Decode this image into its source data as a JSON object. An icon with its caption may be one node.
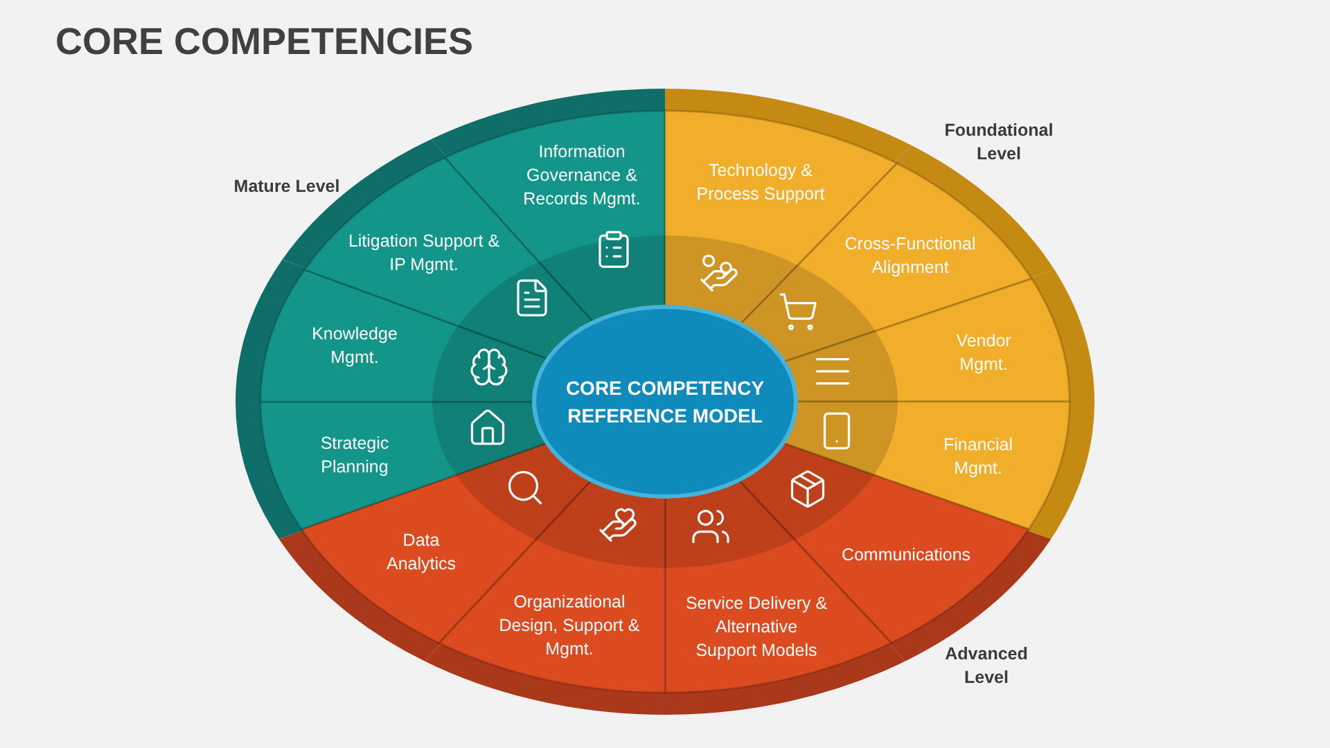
{
  "diagram": {
    "title": "CORE COMPETENCIES",
    "nodes": [
      {
        "text": [
          "CORE COMPETENCY REFERENCE MODEL"
        ]
      },
      {
        "text": [
          "Information Governance & Records Mgmt."
        ]
      },
      {
        "text": [
          "Technology & Process Support"
        ]
      },
      {
        "text": [
          "Cross-Functional Alignment"
        ]
      },
      {
        "text": [
          "Vendor Mgmt."
        ]
      },
      {
        "text": [
          "Financial Mgmt."
        ]
      },
      {
        "text": [
          "Communications"
        ]
      },
      {
        "text": [
          "Service Delivery & Alternative Support Models"
        ]
      },
      {
        "text": [
          "Organizational Design, Support & Mgmt."
        ]
      },
      {
        "text": [
          "Data Analytics"
        ]
      },
      {
        "text": [
          "Strategic Planning"
        ]
      },
      {
        "text": [
          "Knowledge Mgmt."
        ]
      },
      {
        "text": [
          "Litigation Support & IP Mgmt."
        ]
      }
    ],
    "labels": [
      "Foundational Level",
      "Mature Level",
      "Advanced Level"
    ]
  }
}
